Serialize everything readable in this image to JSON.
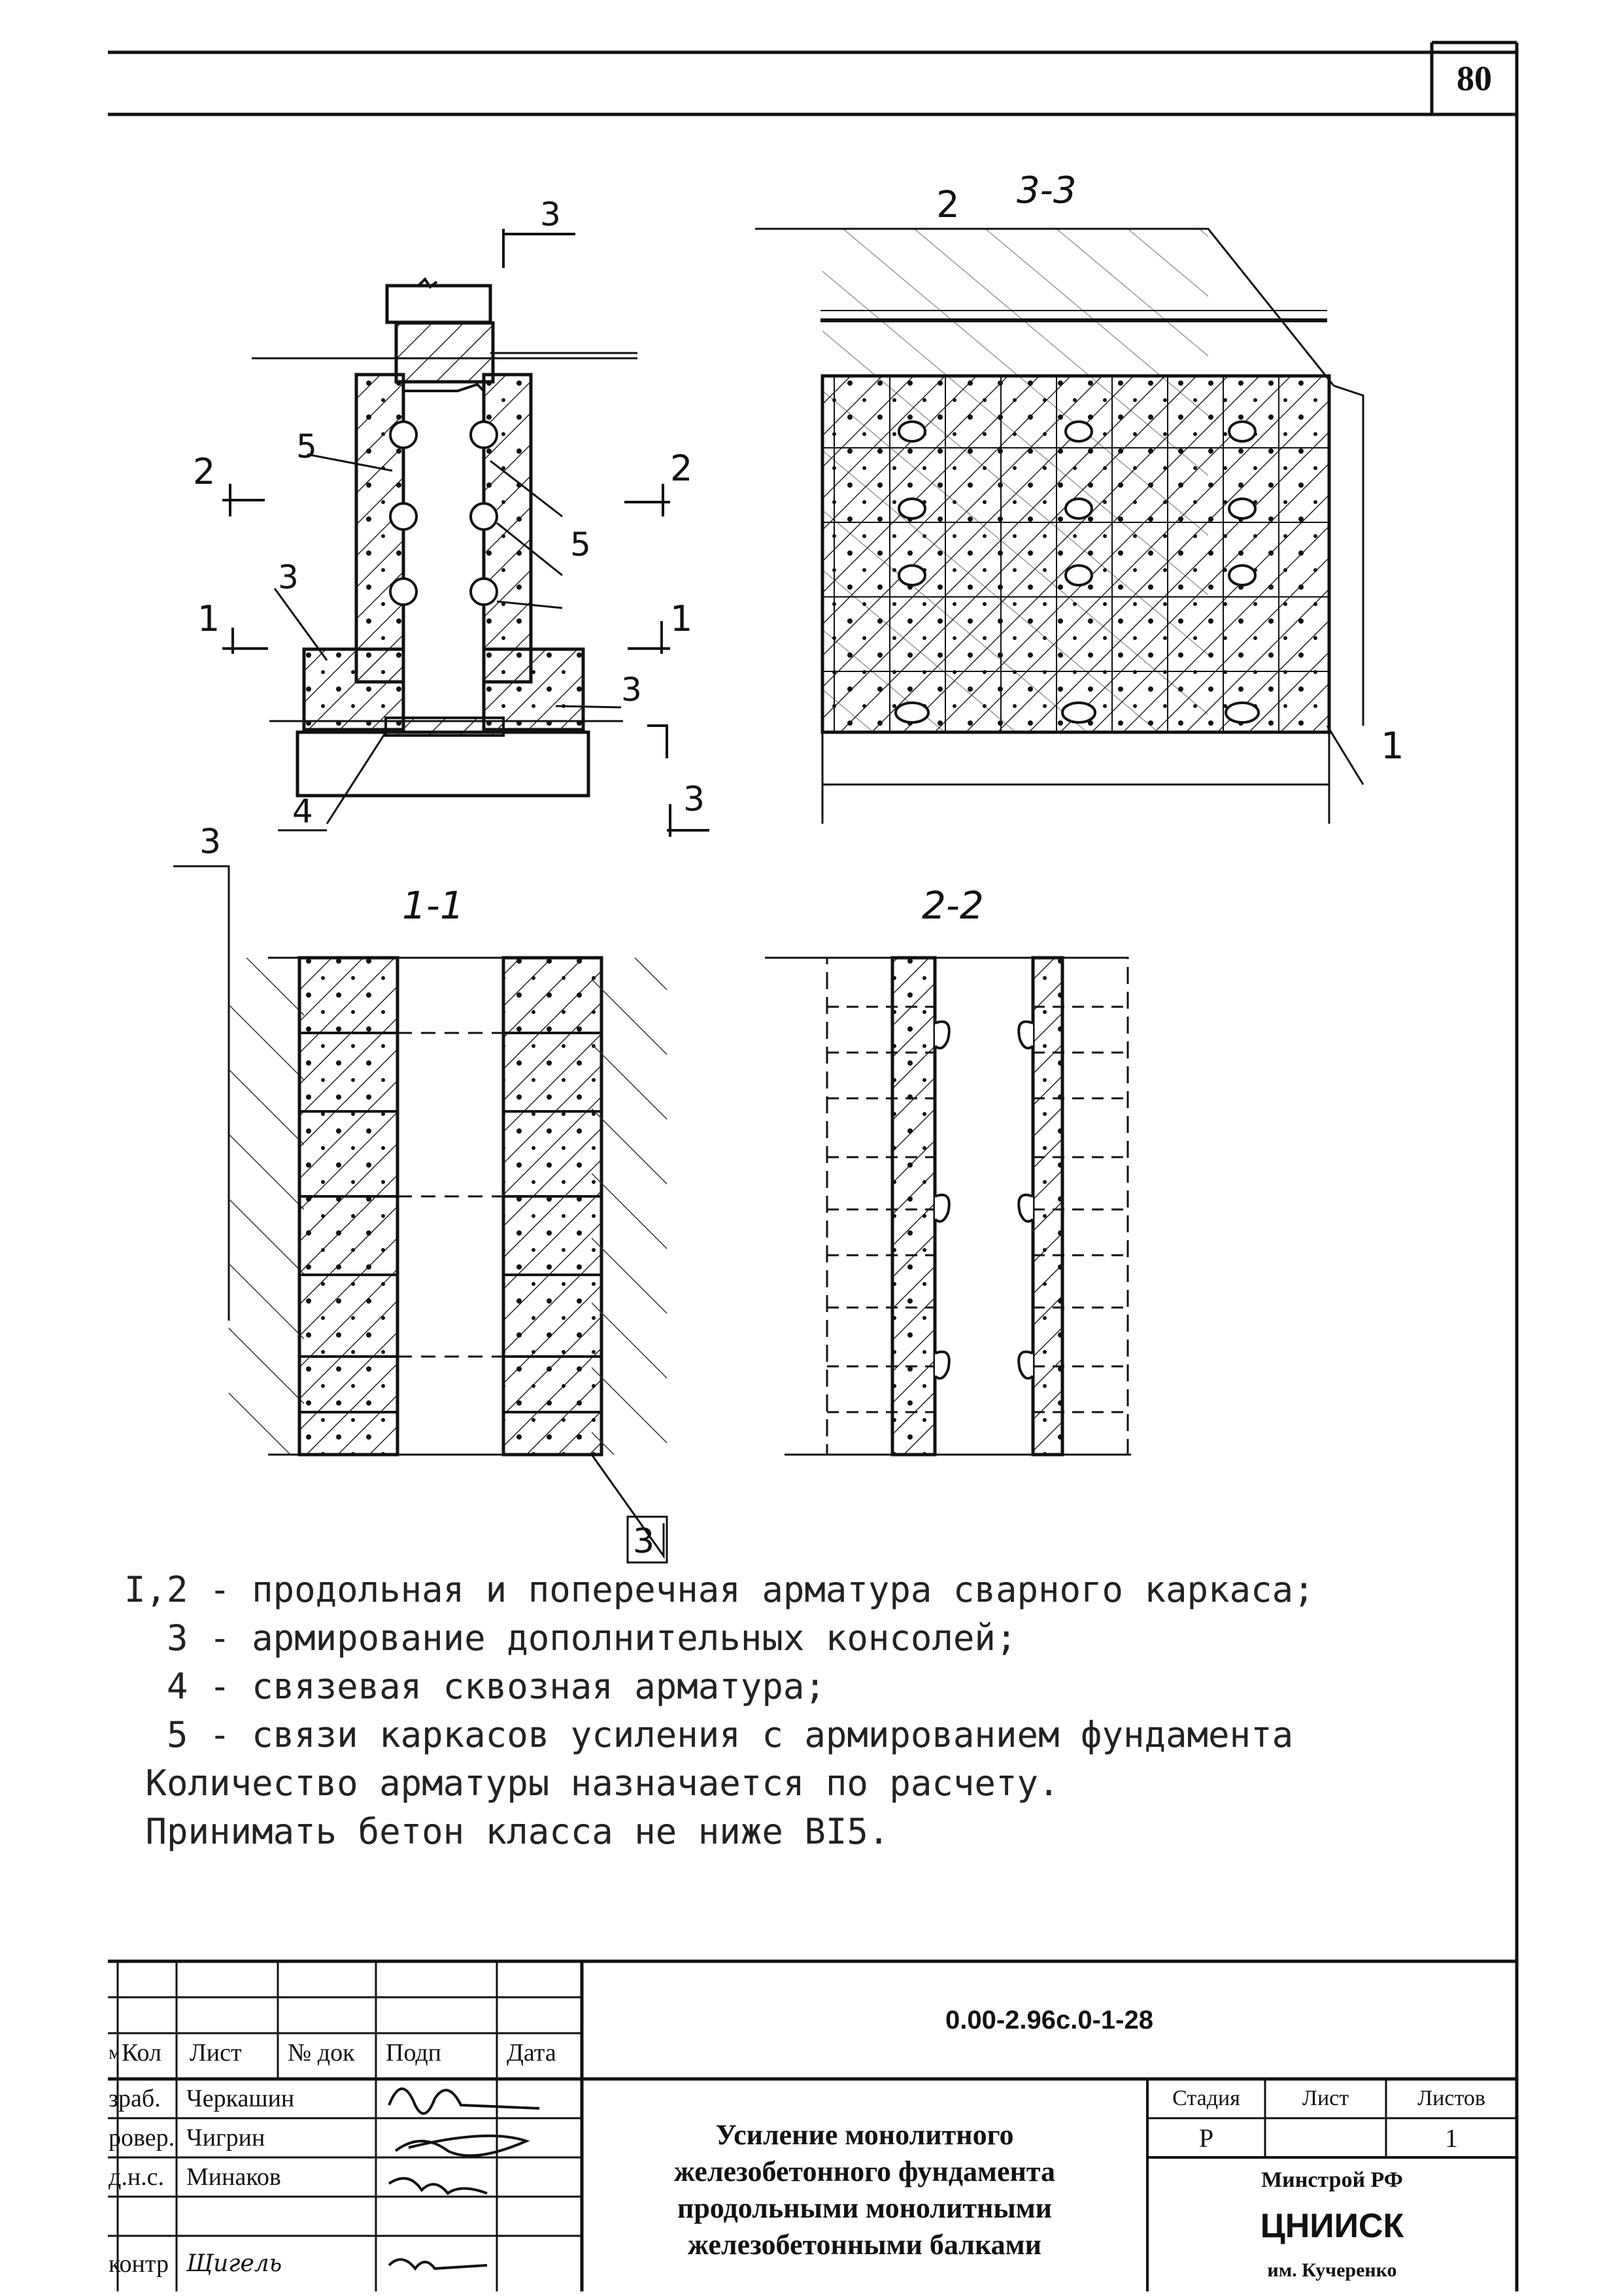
{
  "sheet": {
    "number": "80"
  },
  "drawing": {
    "callouts": [
      "3",
      "2",
      "5",
      "5",
      "2",
      "1",
      "3",
      "1",
      "3",
      "4",
      "3",
      "3",
      "2",
      "3-3",
      "1",
      "3"
    ],
    "section_labels": {
      "s11": "1-1",
      "s22": "2-2",
      "s33": "3-3"
    }
  },
  "notes": [
    "I,2 - продольная и поперечная арматура сварного каркаса;",
    "  3 - армирование дополнительных консолей;",
    "  4 - связевая сквозная арматура;",
    "  5 - связи каркасов усиления с армированием фундамента",
    " Количество арматуры назначается по расчету.",
    " Принимать бетон класса не ниже BI5."
  ],
  "title_block": {
    "doc_code": "0.00-2.96с.0-1-28",
    "headers": {
      "izm": "м",
      "kol": "Кол",
      "list": "Лист",
      "ndok": "№ док",
      "podp": "Подп",
      "data": "Дата"
    },
    "roles": [
      {
        "role": "зраб.",
        "name": "Черкашин"
      },
      {
        "role": "ровер.",
        "name": "Чигрин"
      },
      {
        "role": "д.н.с.",
        "name": "Минаков"
      },
      {
        "role": "",
        "name": ""
      },
      {
        "role": "контр",
        "name": "Щигель"
      }
    ],
    "title_lines": [
      "Усиление монолитного",
      "железобетонного фундамента",
      "продольными монолитными",
      "железобетонными балками"
    ],
    "stage_header": "Стадия",
    "sheet_header": "Лист",
    "sheets_header": "Листов",
    "stage": "Р",
    "sheet_value": "",
    "sheets_value": "1",
    "org_ministry": "Минстрой РФ",
    "org_name": "ЦНИИСК",
    "org_sub": "им. Кучеренко"
  }
}
